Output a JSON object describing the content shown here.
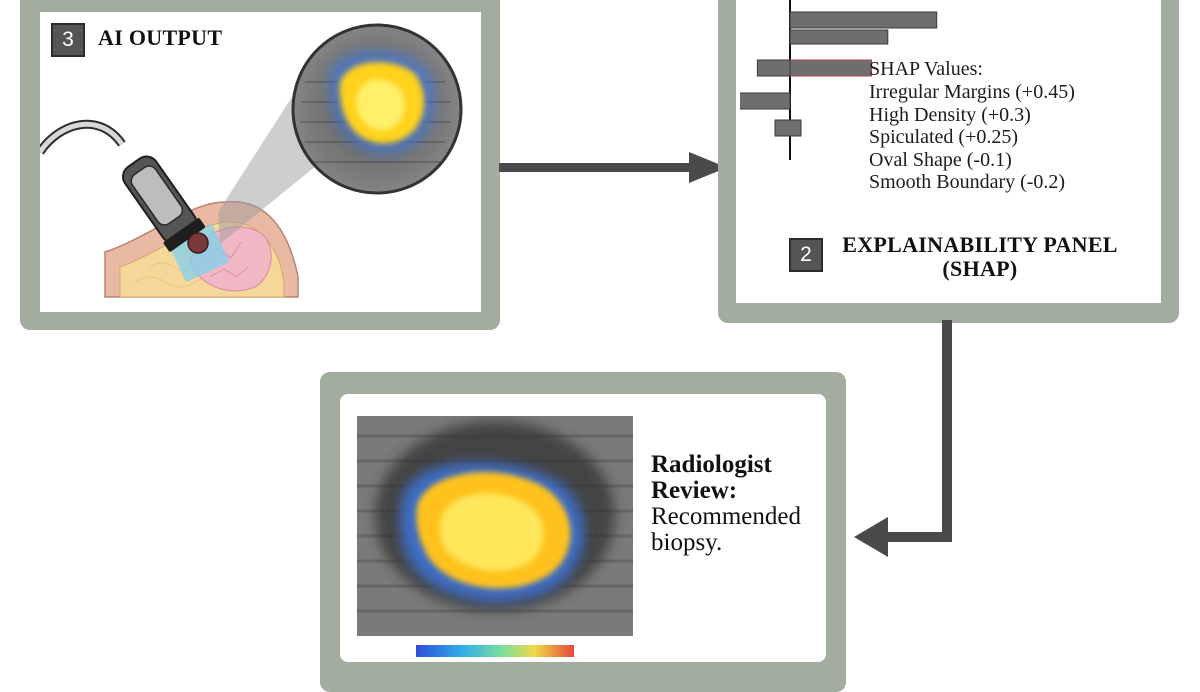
{
  "panel_ai_output": {
    "number": "3",
    "title": "AI OUTPUT"
  },
  "panel_explainability": {
    "number": "2",
    "title_line1": "EXPLAINABILITY PANEL",
    "title_line2": "(SHAP)",
    "shap_heading": "SHAP Values:",
    "shap_items": [
      {
        "label": "Irregular Margins (+0.45)",
        "value": 0.45
      },
      {
        "label": "High Density (+0.3)",
        "value": 0.3
      },
      {
        "label": "Spiculated (+0.25)",
        "value": 0.25
      },
      {
        "label": "Oval Shape (-0.1)",
        "value": -0.1
      },
      {
        "label": "Smooth Boundary (-0.2)",
        "value": -0.2
      }
    ]
  },
  "panel_review": {
    "title_line1": "Radiologist",
    "title_line2": "Review:",
    "text_line1": "Recommended",
    "text_line2": "biopsy."
  },
  "colors": {
    "frame": "#a3ad9f",
    "arrow": "#4a4a4a",
    "bar": "#6e6e6e",
    "heat_core": "#ffd21f",
    "heat_edge": "#3c78e6"
  }
}
